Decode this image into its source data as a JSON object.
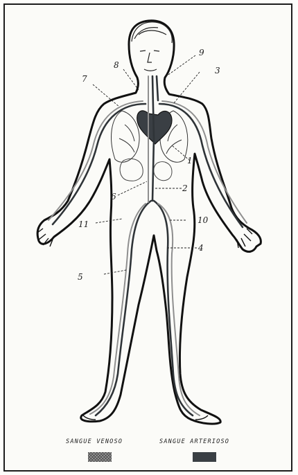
{
  "callouts": {
    "c1": "1",
    "c2": "2",
    "c3": "3",
    "c4": "4",
    "c5": "5",
    "c6": "6",
    "c7": "7",
    "c8": "8",
    "c9": "9",
    "c10": "10",
    "c11": "11"
  },
  "legend": {
    "venous_label": "SANGUE VENOSO",
    "arterial_label": "SANGUE ARTERIOSO"
  },
  "colors": {
    "outline": "#111111",
    "arterial": "#2f3438",
    "venous": "#8f8f8f"
  }
}
